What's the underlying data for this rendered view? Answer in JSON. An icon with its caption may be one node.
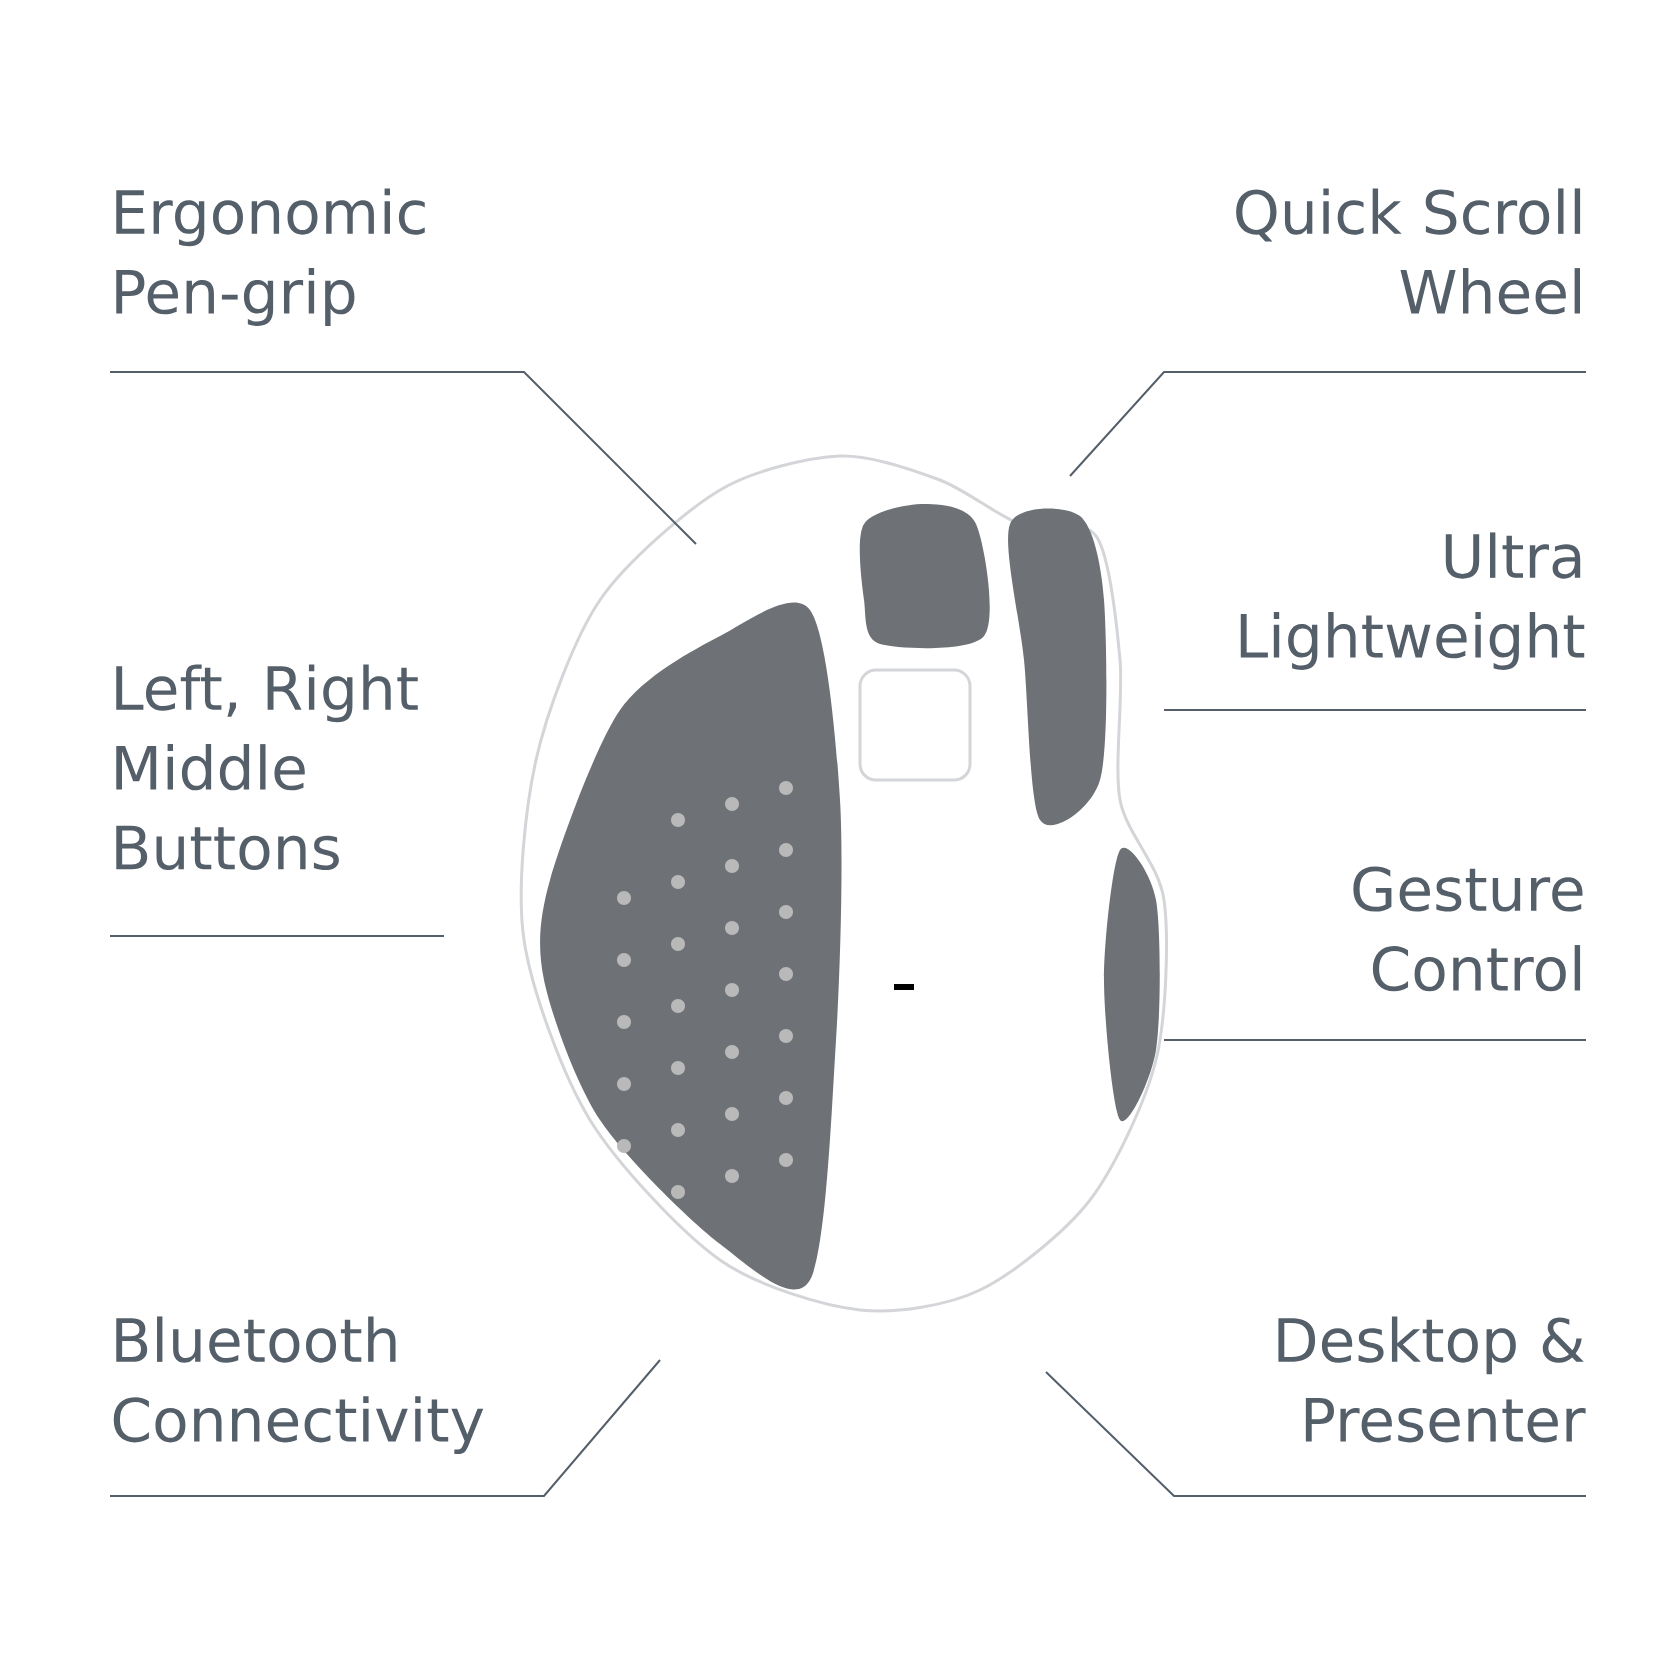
{
  "diagram": {
    "nodes": [
      {
        "text": [
          "Ergonomic Pen-grip"
        ]
      },
      {
        "text": [
          "Quick Scroll Wheel"
        ]
      },
      {
        "text": [
          "Left, Right Middle Buttons"
        ]
      },
      {
        "text": [
          "Ultra Lightweight"
        ]
      },
      {
        "text": [
          "Gesture Control"
        ]
      },
      {
        "text": [
          "Bluetooth Connectivity"
        ]
      },
      {
        "text": [
          "Desktop & Presenter"
        ]
      },
      {
        "text": [],
        "shape": "picture"
      }
    ],
    "edges": [
      {
        "from": 0,
        "to": 7,
        "arrow": "none"
      },
      {
        "from": 1,
        "to": 7,
        "arrow": "none"
      },
      {
        "from": 5,
        "to": 7,
        "arrow": "none"
      },
      {
        "from": 6,
        "to": 7,
        "arrow": "none"
      }
    ]
  }
}
